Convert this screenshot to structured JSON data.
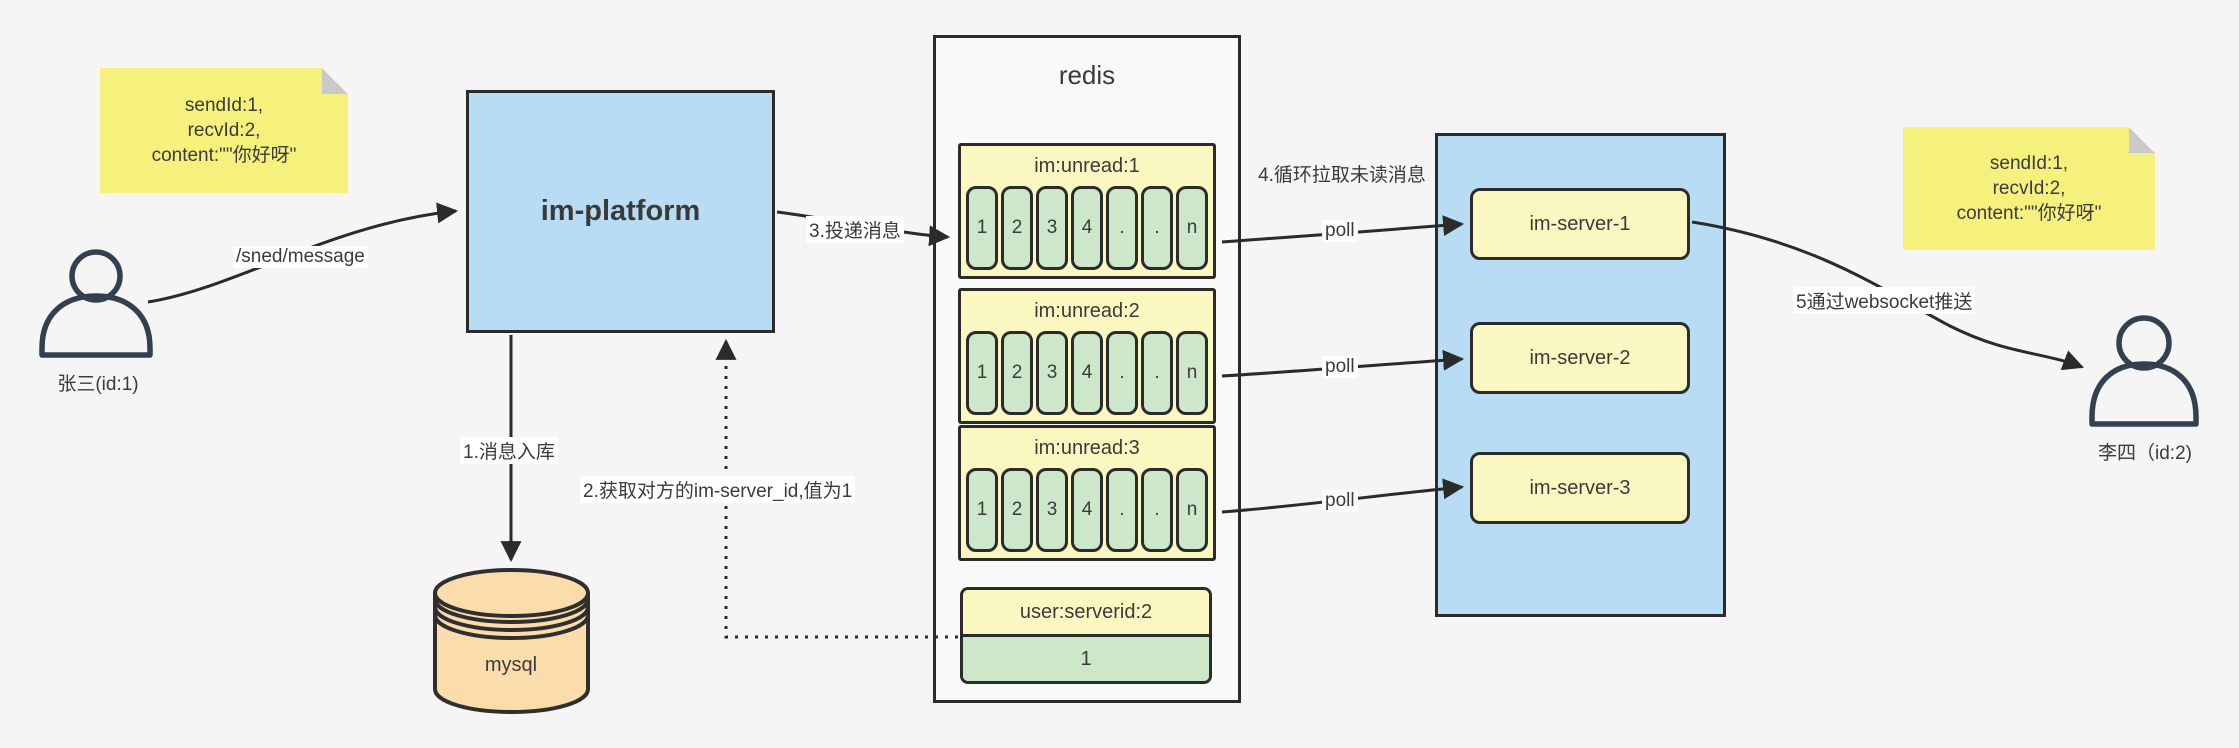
{
  "diagram": {
    "notes": {
      "left": {
        "lines": [
          "sendId:1,",
          "recvId:2,",
          "content:\"\"你好呀\""
        ]
      },
      "right": {
        "lines": [
          "sendId:1,",
          "recvId:2,",
          "content:\"\"你好呀\""
        ]
      }
    },
    "actors": {
      "sender": {
        "label": "张三(id:1)"
      },
      "receiver": {
        "label": "李四（id:2)"
      }
    },
    "platform": {
      "label": "im-platform"
    },
    "mysql": {
      "label": "mysql"
    },
    "redis": {
      "title": "redis",
      "queues": [
        {
          "header": "im:unread:1",
          "cells": [
            "1",
            "2",
            "3",
            "4",
            ".",
            ".",
            "n"
          ]
        },
        {
          "header": "im:unread:2",
          "cells": [
            "1",
            "2",
            "3",
            "4",
            ".",
            ".",
            "n"
          ]
        },
        {
          "header": "im:unread:3",
          "cells": [
            "1",
            "2",
            "3",
            "4",
            ".",
            ".",
            "n"
          ]
        }
      ],
      "kv": {
        "header": "user:serverid:2",
        "value": "1"
      }
    },
    "servers": [
      {
        "label": "im-server-1"
      },
      {
        "label": "im-server-2"
      },
      {
        "label": "im-server-3"
      }
    ],
    "edges": {
      "send": "/sned/message",
      "store": "1.消息入库",
      "lookup": "2.获取对方的im-server_id,值为1",
      "deliver": "3.投递消息",
      "poll_note": "4.循环拉取未读消息",
      "poll1": "poll",
      "poll2": "poll",
      "poll3": "poll",
      "push": "5通过websocket推送"
    },
    "colors": {
      "page_bg": "#f5f5f5",
      "sticky_yellow": "#f5f17c",
      "pale_yellow": "#fbf7c0",
      "cell_green": "#cce7ca",
      "box_blue": "#b9dcf5",
      "mysql_peach": "#fbdcab",
      "border_dark": "#2b2b2b",
      "person_stroke": "#33404f"
    }
  }
}
